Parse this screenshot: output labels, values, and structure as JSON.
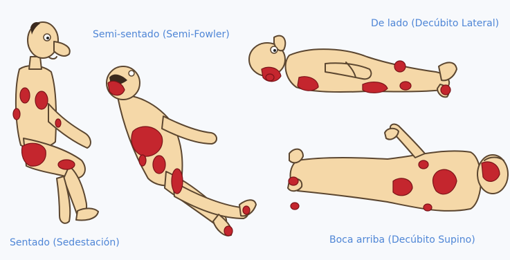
{
  "labels": {
    "semi_sentado": "Semi-sentado (Semi-Fowler)",
    "de_lado": "De lado (Decúbito Lateral)",
    "sentado": "Sentado (Sedestación)",
    "boca_arriba": "Boca arriba (Decúbito Supino)"
  },
  "colors": {
    "background": "#f7f9fc",
    "label_text": "#4f86d6",
    "skin": "#f5d8a8",
    "pressure_zone": "#c4262e",
    "outline": "#5b4630"
  }
}
